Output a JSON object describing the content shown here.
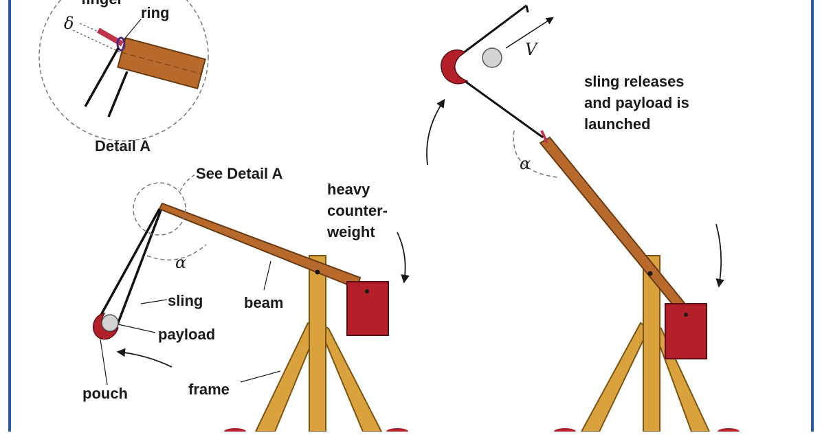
{
  "labels": {
    "finger": "finger",
    "ring": "ring",
    "delta": "δ",
    "detail_a": "Detail A",
    "see_detail_a": "See Detail A",
    "heavy_counterweight_line1": "heavy",
    "heavy_counterweight_line2": "counter-",
    "heavy_counterweight_line3": "weight",
    "alpha_left": "α",
    "alpha_right": "α",
    "sling": "sling",
    "beam": "beam",
    "payload": "payload",
    "pouch": "pouch",
    "frame": "frame",
    "velocity": "V",
    "release_line1": "sling releases",
    "release_line2": "and payload is",
    "release_line3": "launched"
  },
  "colors": {
    "frame_wood": "#d9a23c",
    "frame_outline": "#7a5414",
    "beam_wood": "#b86a2c",
    "beam_outline": "#6a3a12",
    "counterweight": "#b3202a",
    "counterweight_outline": "#5e0c12",
    "pouch": "#b3202a",
    "payload": "#d4d4d4",
    "border": "#2a5aa0",
    "finger": "#c0344a"
  }
}
